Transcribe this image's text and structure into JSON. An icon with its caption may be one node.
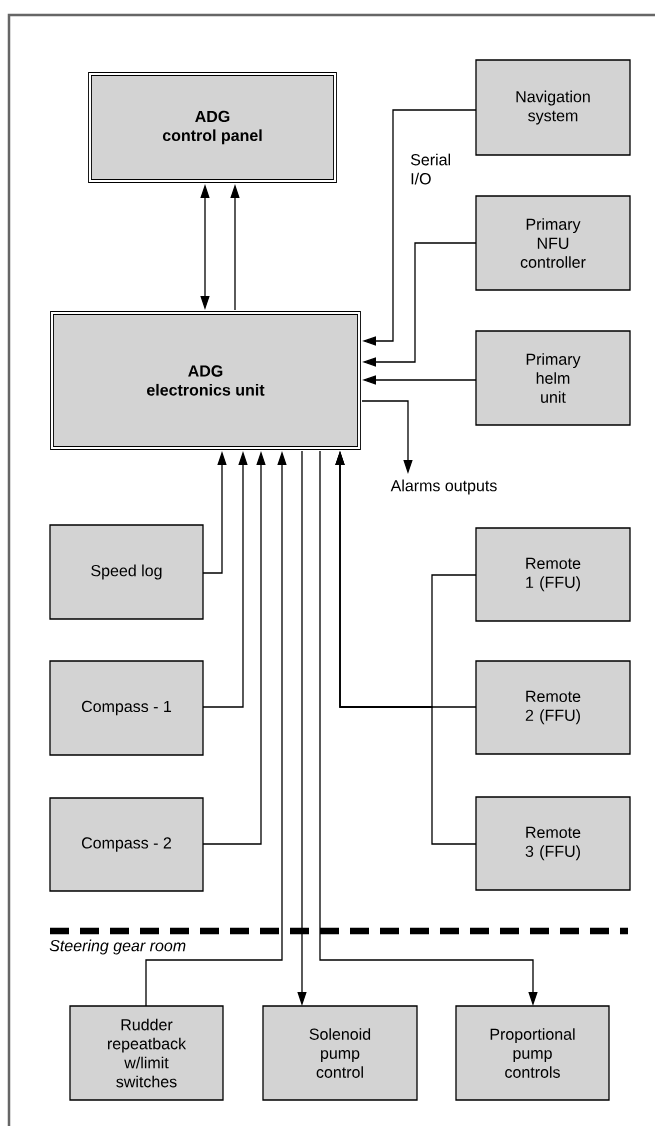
{
  "diagram": {
    "nodes": [
      {
        "text": [
          "ADG",
          "control panel"
        ]
      },
      {
        "text": [
          "ADG",
          "electronics unit"
        ]
      },
      {
        "text": [
          "Navigation system"
        ]
      },
      {
        "text": [
          "Primary NFU controller"
        ]
      },
      {
        "text": [
          "Primary helm unit"
        ]
      },
      {
        "text": [
          "Alarms outputs"
        ]
      },
      {
        "text": [
          "Speed log"
        ]
      },
      {
        "text": [
          "Remote 1 (FFU)"
        ]
      },
      {
        "text": [
          "Compass - 1"
        ]
      },
      {
        "text": [
          "Remote 2 (FFU)"
        ]
      },
      {
        "text": [
          "Compass - 2"
        ]
      },
      {
        "text": [
          "Remote 3 (FFU)"
        ]
      },
      {
        "text": [
          "Rudder repeatback w/limit switches"
        ]
      },
      {
        "text": [
          "Solenoid pump control"
        ]
      },
      {
        "text": [
          "Proportional pump controls"
        ]
      }
    ],
    "edges": [
      {
        "from": 0,
        "to": 1,
        "arrow": "both"
      },
      {
        "from": 1,
        "to": 0,
        "arrow": "to"
      },
      {
        "from": 2,
        "to": 1,
        "arrow": "to",
        "label": "Serial I/O"
      },
      {
        "from": 3,
        "to": 1,
        "arrow": "to"
      },
      {
        "from": 4,
        "to": 1,
        "arrow": "to"
      },
      {
        "from": 1,
        "to": 5,
        "arrow": "to"
      },
      {
        "from": 6,
        "to": 1,
        "arrow": "to"
      },
      {
        "from": 7,
        "to": 1,
        "arrow": "to"
      },
      {
        "from": 8,
        "to": 1,
        "arrow": "to"
      },
      {
        "from": 9,
        "to": 1,
        "arrow": "to"
      },
      {
        "from": 10,
        "to": 1,
        "arrow": "to"
      },
      {
        "from": 11,
        "to": 1,
        "arrow": "to"
      },
      {
        "from": 12,
        "to": 1,
        "arrow": "to"
      },
      {
        "from": 1,
        "to": 13,
        "arrow": "to"
      },
      {
        "from": 1,
        "to": 14,
        "arrow": "to"
      }
    ],
    "labels": [
      "Steering gear room"
    ]
  }
}
